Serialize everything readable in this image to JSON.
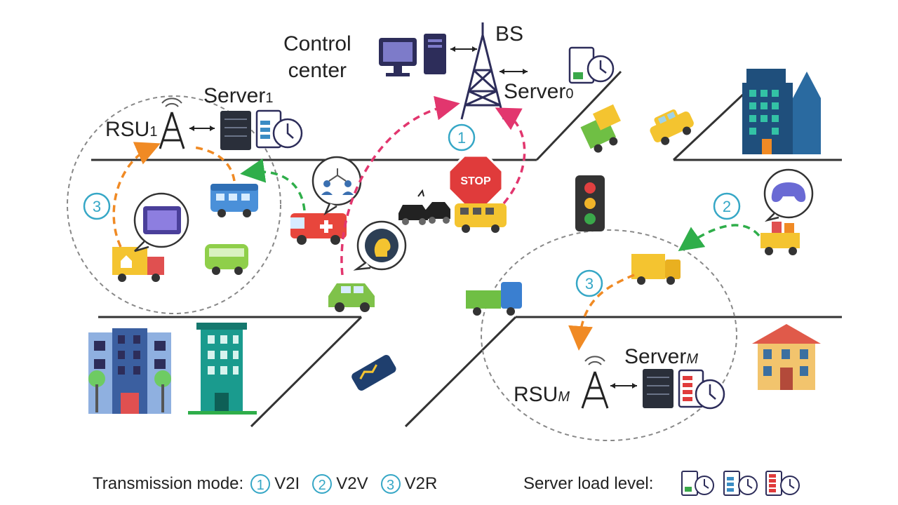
{
  "labels": {
    "bs": "BS",
    "control_center_line1": "Control",
    "control_center_line2": "center",
    "server0_base": "Server",
    "server0_sub": "0",
    "server1_base": "Server",
    "server1_sub": "1",
    "rsu1_base": "RSU",
    "rsu1_sub": "1",
    "serverM_base": "Server",
    "serverM_sub": "M",
    "rsuM_base": "RSU",
    "rsuM_sub": "M"
  },
  "sign_text": "STOP",
  "badges": {
    "v2i_top": "1",
    "v2v_right": "2",
    "v2r_left": "3",
    "v2r_right": "3"
  },
  "legend": {
    "transmission_label": "Transmission mode:",
    "modes": [
      {
        "num": "1",
        "name": "V2I"
      },
      {
        "num": "2",
        "name": "V2V"
      },
      {
        "num": "3",
        "name": "V2R"
      }
    ],
    "server_load_label": "Server load level:",
    "load_levels": [
      "low",
      "medium",
      "high"
    ]
  },
  "colors": {
    "v2i_arrow": "#e2366e",
    "v2v_arrow": "#2fae4a",
    "v2r_arrow": "#f08a24",
    "badge": "#36a7c6",
    "road": "#333333",
    "zone": "#888888"
  }
}
